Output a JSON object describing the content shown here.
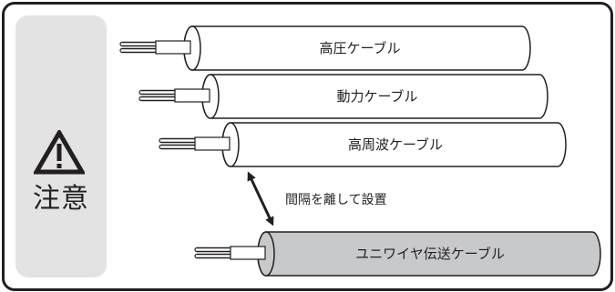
{
  "caution": {
    "label": "注意",
    "icon": "warning-triangle-icon"
  },
  "cables": [
    {
      "label": "高圧ケーブル",
      "fill": "#ffffff"
    },
    {
      "label": "動力ケーブル",
      "fill": "#ffffff"
    },
    {
      "label": "高周波ケーブル",
      "fill": "#ffffff"
    },
    {
      "label": "ユニワイヤ伝送ケーブル",
      "fill": "#c8c9ca"
    }
  ],
  "separation_note": "間隔を離して設置",
  "colors": {
    "line": "#231f20",
    "panel": "#e3e3e4",
    "uniwire": "#c8c9ca"
  }
}
